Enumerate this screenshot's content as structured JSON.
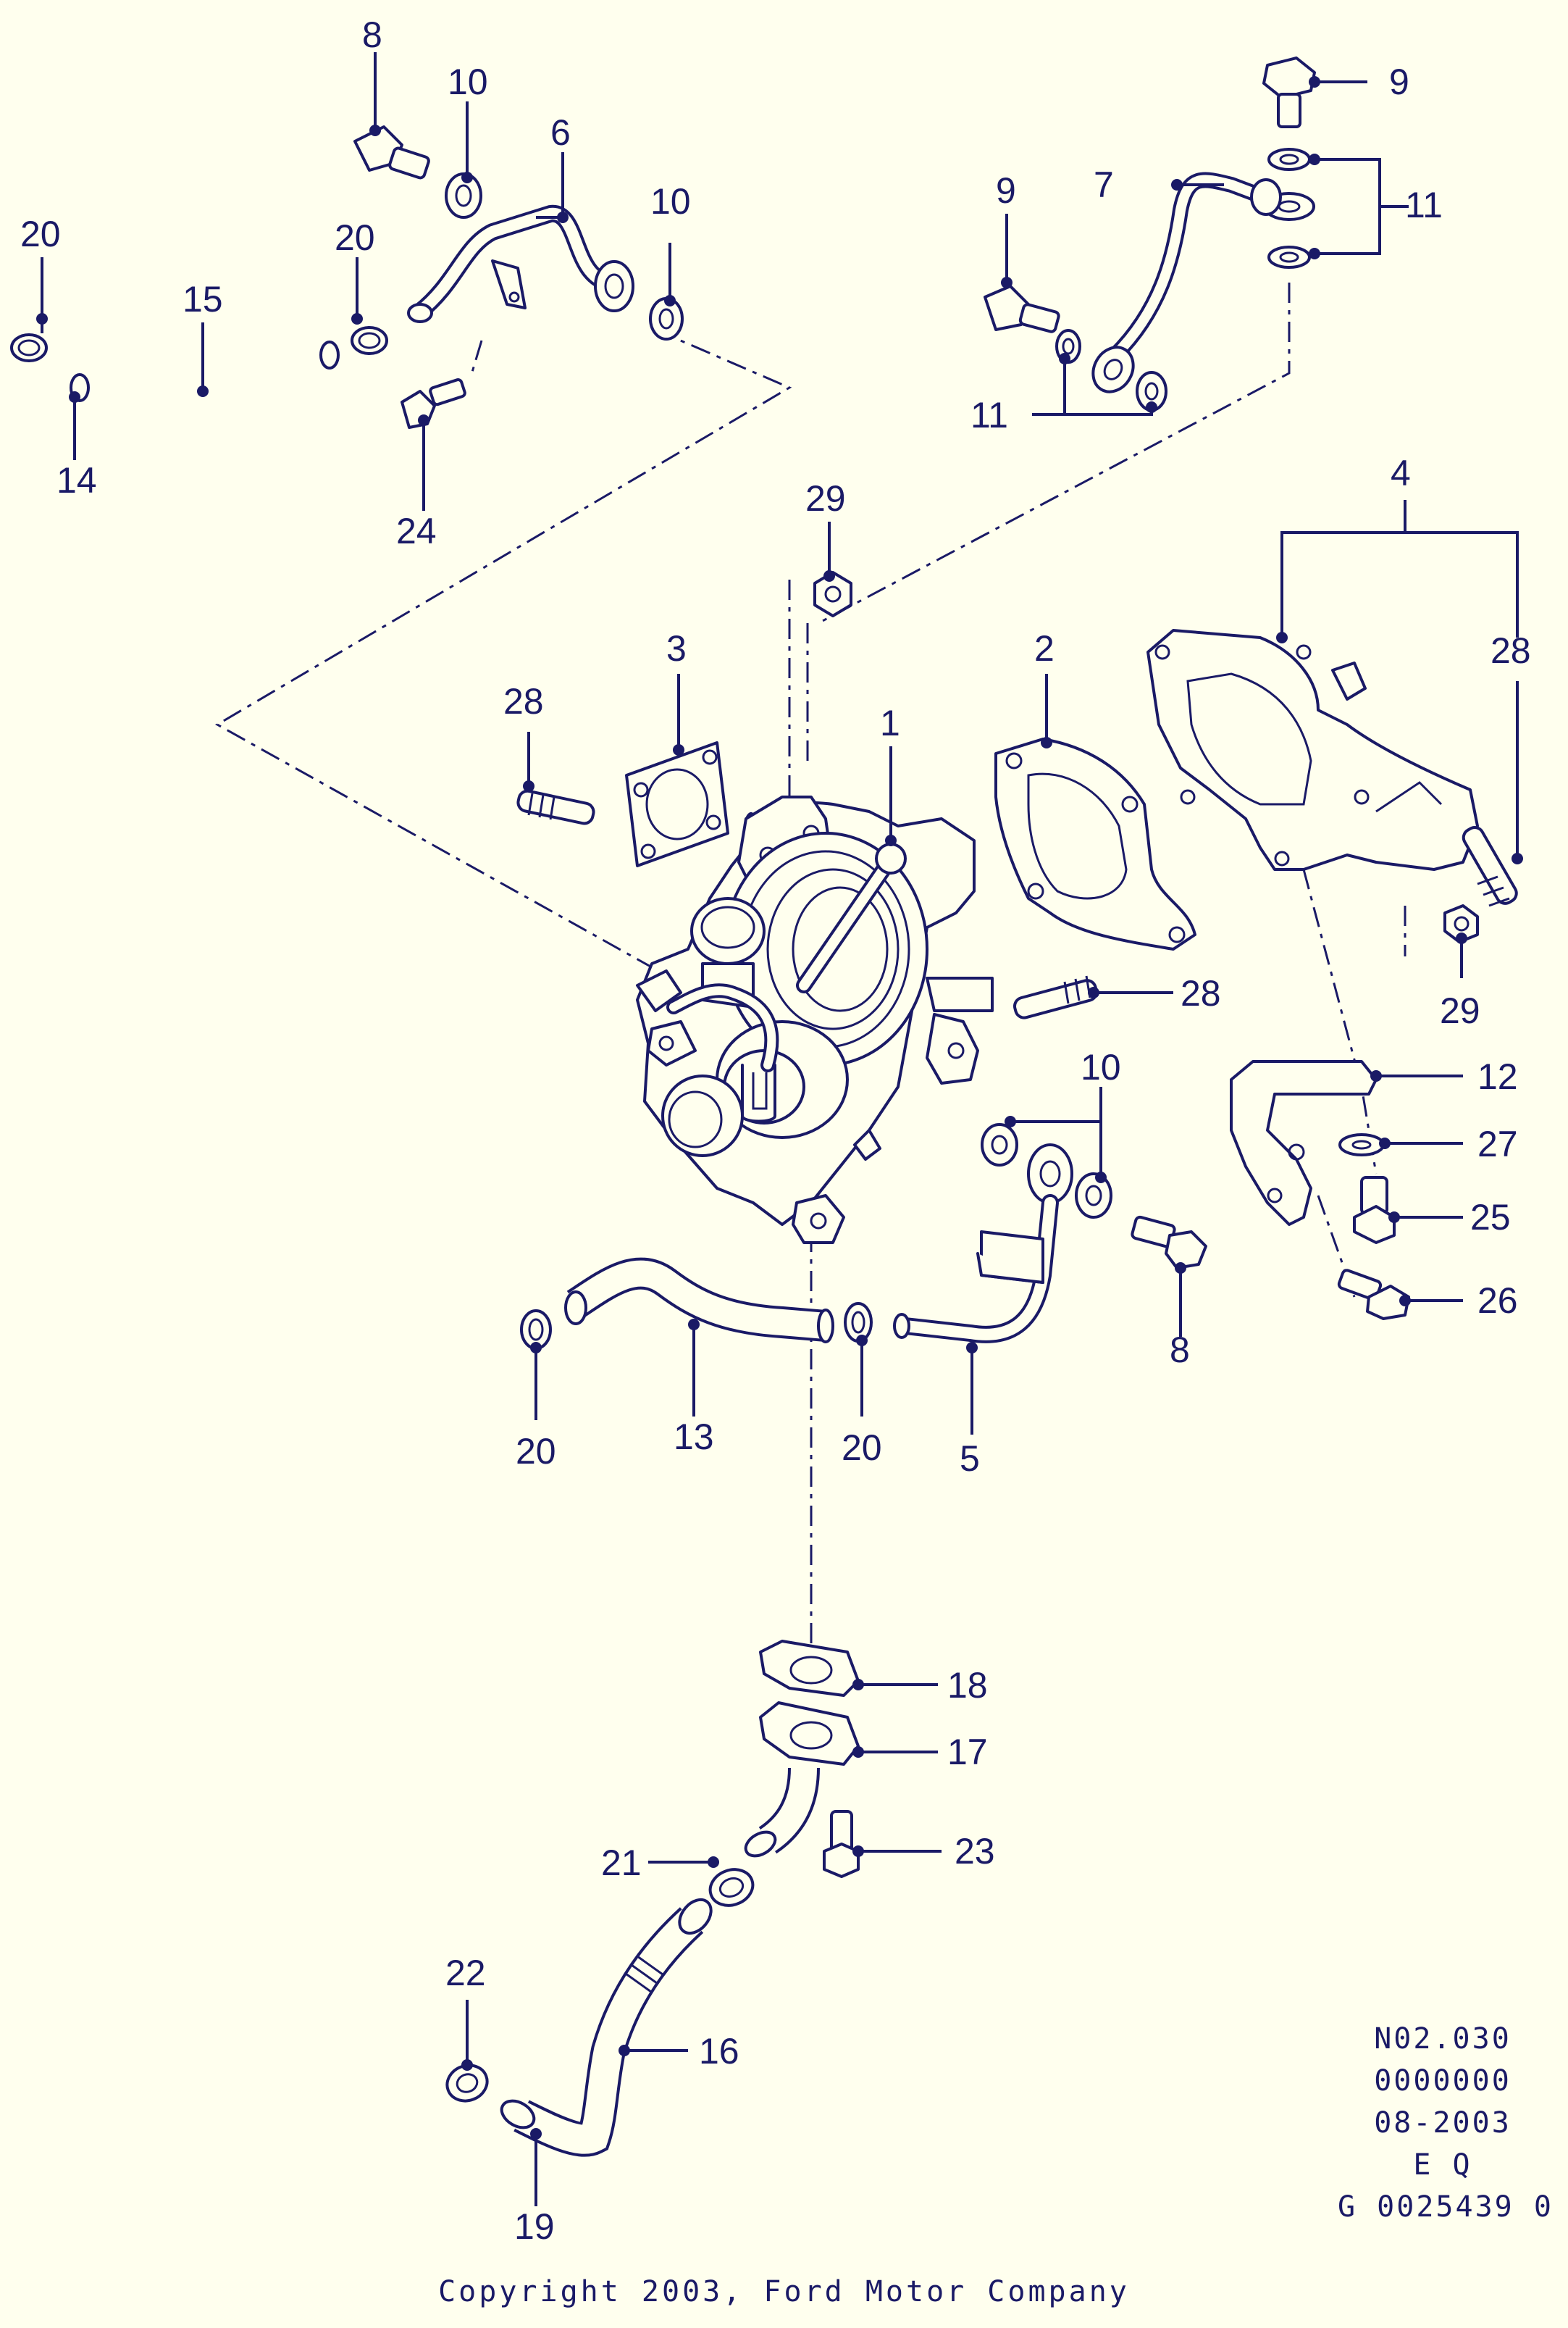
{
  "callouts": {
    "c1": "1",
    "c2": "2",
    "c3": "3",
    "c4": "4",
    "c5": "5",
    "c6": "6",
    "c7": "7",
    "c8a": "8",
    "c8b": "8",
    "c9a": "9",
    "c9b": "9",
    "c10a": "10",
    "c10b": "10",
    "c10c": "10",
    "c11a": "11",
    "c11b": "11",
    "c12": "12",
    "c13": "13",
    "c14": "14",
    "c15": "15",
    "c16": "16",
    "c17": "17",
    "c18": "18",
    "c19": "19",
    "c20a": "20",
    "c20b": "20",
    "c20c": "20",
    "c20d": "20",
    "c21": "21",
    "c22": "22",
    "c23": "23",
    "c24": "24",
    "c25": "25",
    "c26": "26",
    "c27": "27",
    "c28a": "28",
    "c28b": "28",
    "c28c": "28",
    "c29a": "29",
    "c29b": "29"
  },
  "info": {
    "line1": "N02.030",
    "line2": "0000000",
    "line3": "08-2003",
    "line4": "E Q",
    "line5": "G 0025439 0"
  },
  "copyright": "Copyright 2003, Ford Motor Company",
  "colors": {
    "ink": "#1A1A66",
    "paper": "#FFFFEE"
  }
}
